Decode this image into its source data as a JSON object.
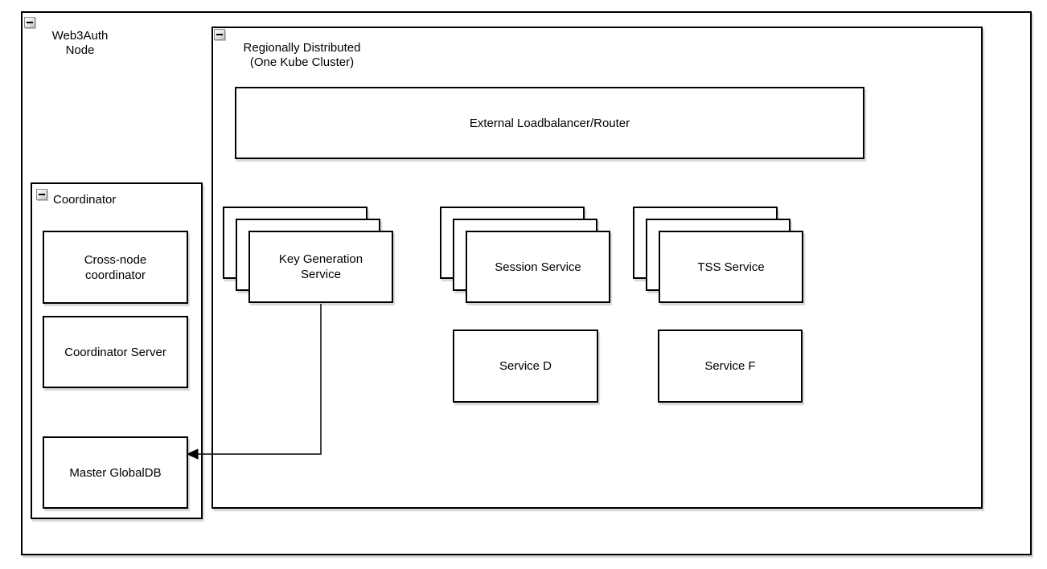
{
  "diagram": {
    "kind": "architecture-diagram",
    "colors": {
      "stroke": "#000000",
      "fill": "#ffffff",
      "shadow": "#d6d6d6"
    },
    "icons": {
      "collapse": "minus-box"
    },
    "nodes": {
      "web3auth_node": {
        "label": "Web3Auth\nNode",
        "type": "container",
        "collapsed": false
      },
      "regionally_distributed": {
        "label": "Regionally Distributed\n(One Kube Cluster)",
        "type": "container",
        "collapsed": false
      },
      "external_loadbalancer": {
        "label": "External Loadbalancer/Router",
        "type": "box"
      },
      "key_generation_service": {
        "label": "Key Generation\nService",
        "type": "stack",
        "replicas": 3
      },
      "session_service": {
        "label": "Session Service",
        "type": "stack",
        "replicas": 3
      },
      "tss_service": {
        "label": "TSS Service",
        "type": "stack",
        "replicas": 3
      },
      "service_d": {
        "label": "Service D",
        "type": "box"
      },
      "service_f": {
        "label": "Service F",
        "type": "box"
      },
      "coordinator": {
        "label": "Coordinator",
        "type": "container",
        "collapsed": false
      },
      "cross_node_coordinator": {
        "label": "Cross-node\ncoordinator",
        "type": "box"
      },
      "coordinator_server": {
        "label": "Coordinator Server",
        "type": "box"
      },
      "master_globaldb": {
        "label": "Master GlobalDB",
        "type": "box"
      }
    },
    "edges": [
      {
        "from": "key_generation_service",
        "to": "master_globaldb",
        "style": "orthogonal",
        "arrow": "target-left"
      }
    ]
  }
}
